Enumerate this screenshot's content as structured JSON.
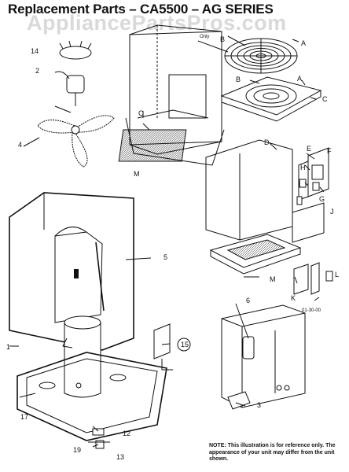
{
  "title": "Replacement Parts – CA5500 – AG SERIES",
  "watermark": "AppliancePartsPros.com",
  "only_label": "Only",
  "part_labels": {
    "p14": "14",
    "p2": "2",
    "p4": "4",
    "p5": "5",
    "p1": "1",
    "p17": "17",
    "p19": "19",
    "p12": "12",
    "p13": "13",
    "p15": "15",
    "p6": "6",
    "p3": "3",
    "pA1": "A",
    "pB1": "B",
    "pA2": "A",
    "pB2": "B",
    "pC": "C",
    "pD": "D",
    "pE": "E",
    "pF": "F",
    "pH": "H",
    "pI": "I",
    "pG": "G",
    "pJ": "J",
    "pL": "L",
    "pK": "K",
    "pO": "O",
    "pM1": "M",
    "pM2": "M"
  },
  "code": "01-30-00",
  "note": "NOTE: This illustration is for reference only. The appearance of your unit may differ from the unit shown."
}
